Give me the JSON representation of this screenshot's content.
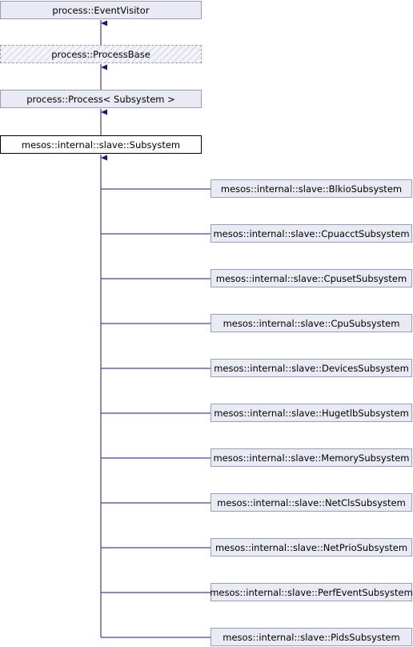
{
  "diagram": {
    "ancestors": [
      {
        "id": "event-visitor",
        "label": "process::EventVisitor",
        "style": "normal"
      },
      {
        "id": "process-base",
        "label": "process::ProcessBase",
        "style": "virtual"
      },
      {
        "id": "process-template",
        "label": "process::Process< Subsystem >",
        "style": "normal"
      }
    ],
    "current": {
      "id": "subsystem",
      "label": "mesos::internal::slave::Subsystem"
    },
    "children": [
      {
        "id": "blkio",
        "label": "mesos::internal::slave::BlkioSubsystem"
      },
      {
        "id": "cpuacct",
        "label": "mesos::internal::slave::CpuacctSubsystem"
      },
      {
        "id": "cpuset",
        "label": "mesos::internal::slave::CpusetSubsystem"
      },
      {
        "id": "cpu",
        "label": "mesos::internal::slave::CpuSubsystem"
      },
      {
        "id": "devices",
        "label": "mesos::internal::slave::DevicesSubsystem"
      },
      {
        "id": "hugetlb",
        "label": "mesos::internal::slave::HugetlbSubsystem"
      },
      {
        "id": "memory",
        "label": "mesos::internal::slave::MemorySubsystem"
      },
      {
        "id": "netcls",
        "label": "mesos::internal::slave::NetClsSubsystem"
      },
      {
        "id": "netprio",
        "label": "mesos::internal::slave::NetPrioSubsystem"
      },
      {
        "id": "perfevent",
        "label": "mesos::internal::slave::PerfEventSubsystem"
      },
      {
        "id": "pids",
        "label": "mesos::internal::slave::PidsSubsystem"
      }
    ],
    "colors": {
      "edge": "#1a1a80",
      "node_border": "#9a9eb5",
      "node_fill": "#e9ebf4"
    }
  }
}
